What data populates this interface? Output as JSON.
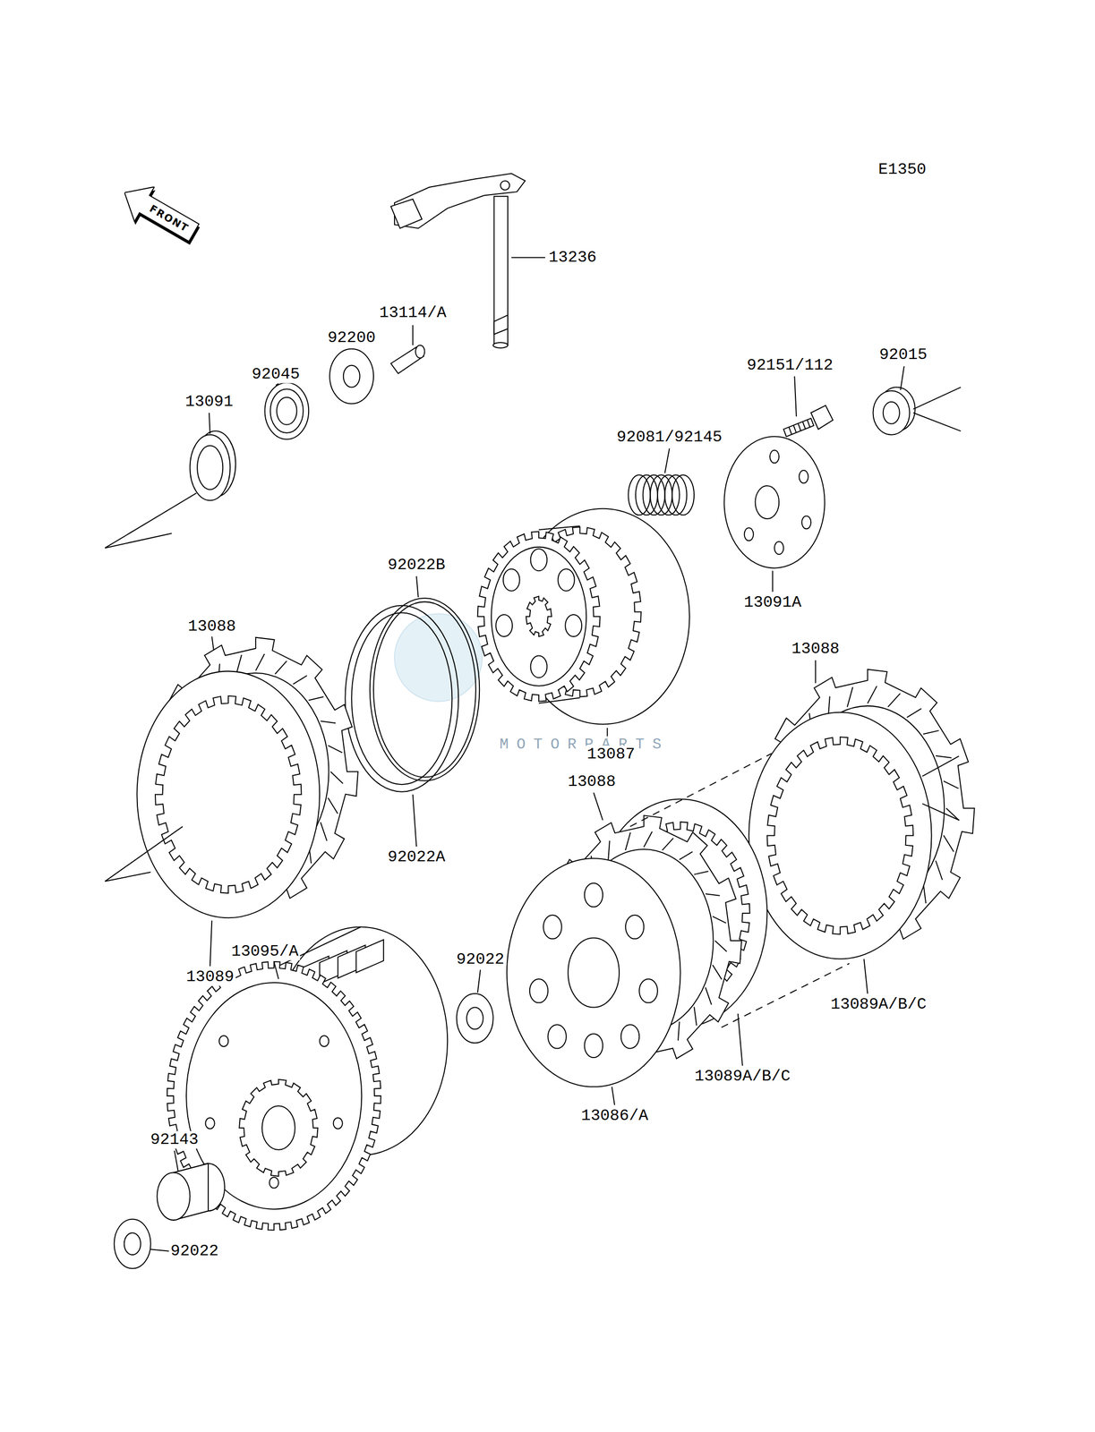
{
  "diagram": {
    "nodes": [
      {
        "text": [
          "FRONT"
        ]
      }
    ],
    "labels": [
      "E1350",
      "13236",
      "13114/A",
      "92200",
      "92015",
      "92151/112",
      "92045",
      "13091",
      "92081/92145",
      "92022B",
      "13091A",
      "13088",
      "13088",
      "MOTORPARTS",
      "13087",
      "13088",
      "92022A",
      "13095/A",
      "92022",
      "13089",
      "13089A/B/C",
      "13089A/B/C",
      "13086/A",
      "92143",
      "92022"
    ]
  }
}
